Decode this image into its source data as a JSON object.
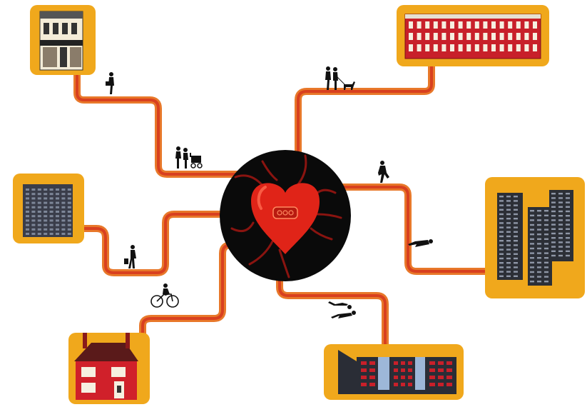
{
  "colors": {
    "background": "#ffffff",
    "card": "#f0a81c",
    "path_outer": "#e8782a",
    "path_inner": "#d8401f",
    "hub": "#0a0a0a",
    "vein": "#8a1410",
    "heart": "#e02418",
    "heart_light": "#ff6a50",
    "people": "#111111"
  },
  "hub": {
    "icon": "heart-icon",
    "badge_icon": "logo-badge-icon"
  },
  "destinations": [
    {
      "id": "shop-terrace",
      "icon": "shop-building-icon",
      "traveller": "walking-person-icon"
    },
    {
      "id": "red-terrace",
      "icon": "red-terrace-building-icon",
      "traveller": "couple-walking-dog-icon"
    },
    {
      "id": "office-block",
      "icon": "office-block-icon",
      "traveller": "walking-shopper-icon"
    },
    {
      "id": "tower-blocks",
      "icon": "tower-blocks-icon",
      "traveller": "running-person-icon"
    },
    {
      "id": "red-house",
      "icon": "red-house-icon",
      "traveller": "cyclist-icon"
    },
    {
      "id": "school-building",
      "icon": "school-building-icon",
      "traveller": "runners-icon"
    }
  ],
  "extra_travellers": [
    "family-with-pram-icon",
    "running-person-icon"
  ]
}
